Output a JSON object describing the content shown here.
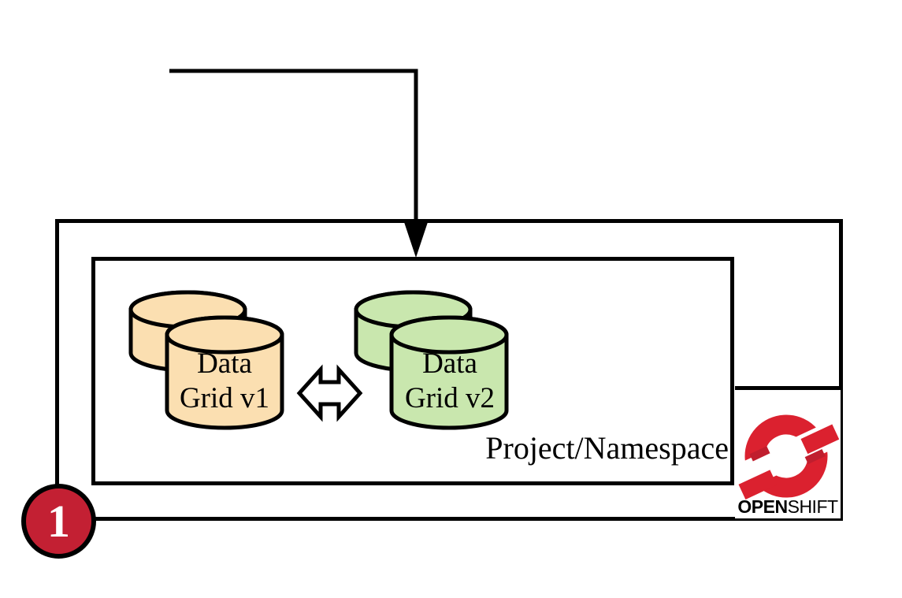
{
  "diagram": {
    "title_hint": "Data Grid upgrade inside one OpenShift project/namespace",
    "inner_box": {
      "label": "Project/Namespace"
    },
    "cylinders": {
      "v1": {
        "line1": "Data",
        "line2": "Grid v1"
      },
      "v2": {
        "line1": "Data",
        "line2": "Grid v2"
      }
    },
    "logo": {
      "text_bold": "OPEN",
      "text_light": "SHIFT"
    },
    "badge": {
      "label": "1"
    },
    "icons": [
      "down-arrow-connector-icon",
      "bidirectional-sync-arrow-icon",
      "database-cylinder-icon",
      "openshift-ring-logo-icon"
    ]
  },
  "colors": {
    "datagrid_v1_fill": "#FBDFB1",
    "datagrid_v2_fill": "#C9E7AE",
    "outline": "#000000",
    "badge_fill": "#C32033",
    "logo_red": "#DB212F",
    "background": "#FFFFFF"
  }
}
